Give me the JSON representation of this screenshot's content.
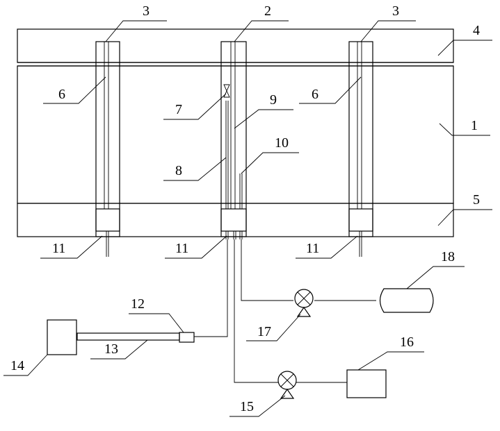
{
  "labels": {
    "l1": "1",
    "l2": "2",
    "l3a": "3",
    "l3b": "3",
    "l4": "4",
    "l5": "5",
    "l6a": "6",
    "l6b": "6",
    "l7": "7",
    "l8": "8",
    "l9": "9",
    "l10": "10",
    "l11a": "11",
    "l11b": "11",
    "l11c": "11",
    "l12": "12",
    "l13": "13",
    "l14": "14",
    "l15": "15",
    "l16": "16",
    "l17": "17",
    "l18": "18"
  }
}
